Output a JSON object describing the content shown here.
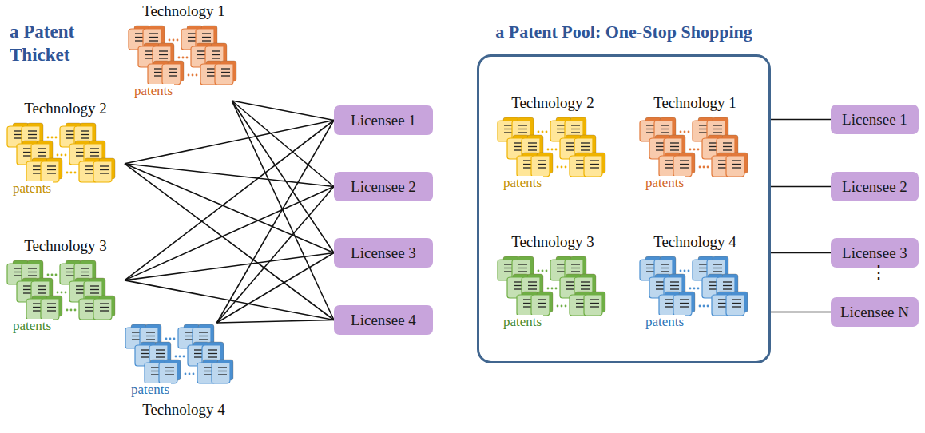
{
  "diagram": {
    "nodes": [
      {
        "text": [
          "Technology 1",
          "patents"
        ]
      },
      {
        "text": [
          "Technology 2",
          "patents"
        ]
      },
      {
        "text": [
          "Technology 3",
          "patents"
        ]
      },
      {
        "text": [
          "Technology 4",
          "patents"
        ]
      },
      {
        "text": [
          "Licensee 1"
        ]
      },
      {
        "text": [
          "Licensee 2"
        ]
      },
      {
        "text": [
          "Licensee 3"
        ]
      },
      {
        "text": [
          "Licensee 4"
        ]
      },
      {
        "text": [
          "a Patent Pool: One-Stop Shopping"
        ]
      },
      {
        "text": [
          "Technology 2",
          "patents"
        ],
        "in": 8
      },
      {
        "text": [
          "Technology 1",
          "patents"
        ],
        "in": 8
      },
      {
        "text": [
          "Technology 3",
          "patents"
        ],
        "in": 8
      },
      {
        "text": [
          "Technology 4",
          "patents"
        ],
        "in": 8
      },
      {
        "text": [
          "Licensee 1"
        ]
      },
      {
        "text": [
          "Licensee 2"
        ]
      },
      {
        "text": [
          "Licensee 3"
        ]
      },
      {
        "text": [
          "Licensee N"
        ]
      }
    ],
    "edges": [
      {
        "from": 0,
        "to": 4,
        "arrow": "none"
      },
      {
        "from": 0,
        "to": 5,
        "arrow": "none"
      },
      {
        "from": 0,
        "to": 6,
        "arrow": "none"
      },
      {
        "from": 0,
        "to": 7,
        "arrow": "none"
      },
      {
        "from": 1,
        "to": 4,
        "arrow": "none"
      },
      {
        "from": 1,
        "to": 5,
        "arrow": "none"
      },
      {
        "from": 1,
        "to": 6,
        "arrow": "none"
      },
      {
        "from": 1,
        "to": 7,
        "arrow": "none"
      },
      {
        "from": 2,
        "to": 4,
        "arrow": "none"
      },
      {
        "from": 2,
        "to": 5,
        "arrow": "none"
      },
      {
        "from": 2,
        "to": 6,
        "arrow": "none"
      },
      {
        "from": 2,
        "to": 7,
        "arrow": "none"
      },
      {
        "from": 3,
        "to": 4,
        "arrow": "none"
      },
      {
        "from": 3,
        "to": 5,
        "arrow": "none"
      },
      {
        "from": 3,
        "to": 6,
        "arrow": "none"
      },
      {
        "from": 3,
        "to": 7,
        "arrow": "none"
      },
      {
        "from": 8,
        "to": 13,
        "arrow": "none"
      },
      {
        "from": 8,
        "to": 14,
        "arrow": "none"
      },
      {
        "from": 8,
        "to": 15,
        "arrow": "none"
      },
      {
        "from": 8,
        "to": 16,
        "arrow": "none"
      }
    ],
    "labels": [
      "a Patent Thicket",
      "⋮"
    ]
  }
}
